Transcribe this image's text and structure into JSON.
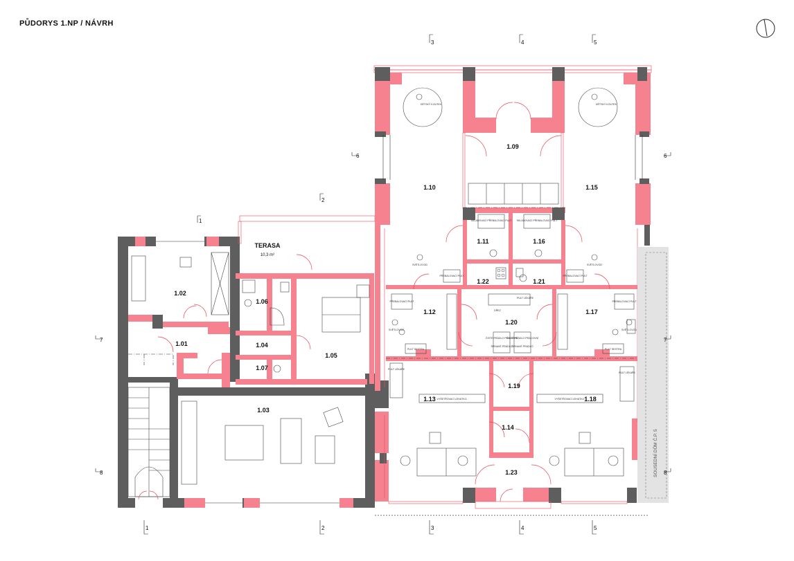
{
  "title": "PŮDORYS 1.NP / NÁVRH",
  "neighbor_label": "SOUSEDNÍ DŮM Č.P. 5",
  "terrace": {
    "name": "TERASA",
    "area": "10,3 m²"
  },
  "rooms": [
    {
      "id": "1.01",
      "label": "1.01"
    },
    {
      "id": "1.02",
      "label": "1.02"
    },
    {
      "id": "1.03",
      "label": "1.03"
    },
    {
      "id": "1.04",
      "label": "1.04"
    },
    {
      "id": "1.05",
      "label": "1.05"
    },
    {
      "id": "1.06",
      "label": "1.06"
    },
    {
      "id": "1.07",
      "label": "1.07"
    },
    {
      "id": "1.09",
      "label": "1.09"
    },
    {
      "id": "1.10",
      "label": "1.10"
    },
    {
      "id": "1.11",
      "label": "1.11"
    },
    {
      "id": "1.12",
      "label": "1.12"
    },
    {
      "id": "1.13",
      "label": "1.13"
    },
    {
      "id": "1.14",
      "label": "1.14"
    },
    {
      "id": "1.15",
      "label": "1.15"
    },
    {
      "id": "1.16",
      "label": "1.16"
    },
    {
      "id": "1.17",
      "label": "1.17"
    },
    {
      "id": "1.18",
      "label": "1.18"
    },
    {
      "id": "1.19",
      "label": "1.19"
    },
    {
      "id": "1.20",
      "label": "1.20"
    },
    {
      "id": "1.21",
      "label": "1.21"
    },
    {
      "id": "1.22",
      "label": "1.22"
    },
    {
      "id": "1.23",
      "label": "1.23"
    }
  ],
  "sections": {
    "s1": "1",
    "s2": "2",
    "s3": "3",
    "s4": "4",
    "s5": "5",
    "s6": "6",
    "s7": "7",
    "s8": "8"
  },
  "notes": {
    "detsky_koutek": "DĚTSKÝ KOUTEK",
    "skladovaci_prebalovaci_pult": "SKLADOVACÍ PŘEBALOVACÍ PULT",
    "svetlovod": "SVĚTLOVOD",
    "prebalovaci_pult": "PŘEBALOVACÍ PULT",
    "pult_lekare": "PULT LÉKAŘE",
    "pult_sestra": "PULT SESTRA",
    "vysetrovaci_lehatko": "VYŠETŘOVACÍ LEHÁTKO",
    "cisty_pracovni": "ČISTÉ PRÁDLO PRACOVNÍ",
    "spinave_pradlo": "ŠPINAVÉ PRÁDLO",
    "dres": "DŘEZ",
    "pult_lekare_short": "PULT LÉKAŘE"
  }
}
